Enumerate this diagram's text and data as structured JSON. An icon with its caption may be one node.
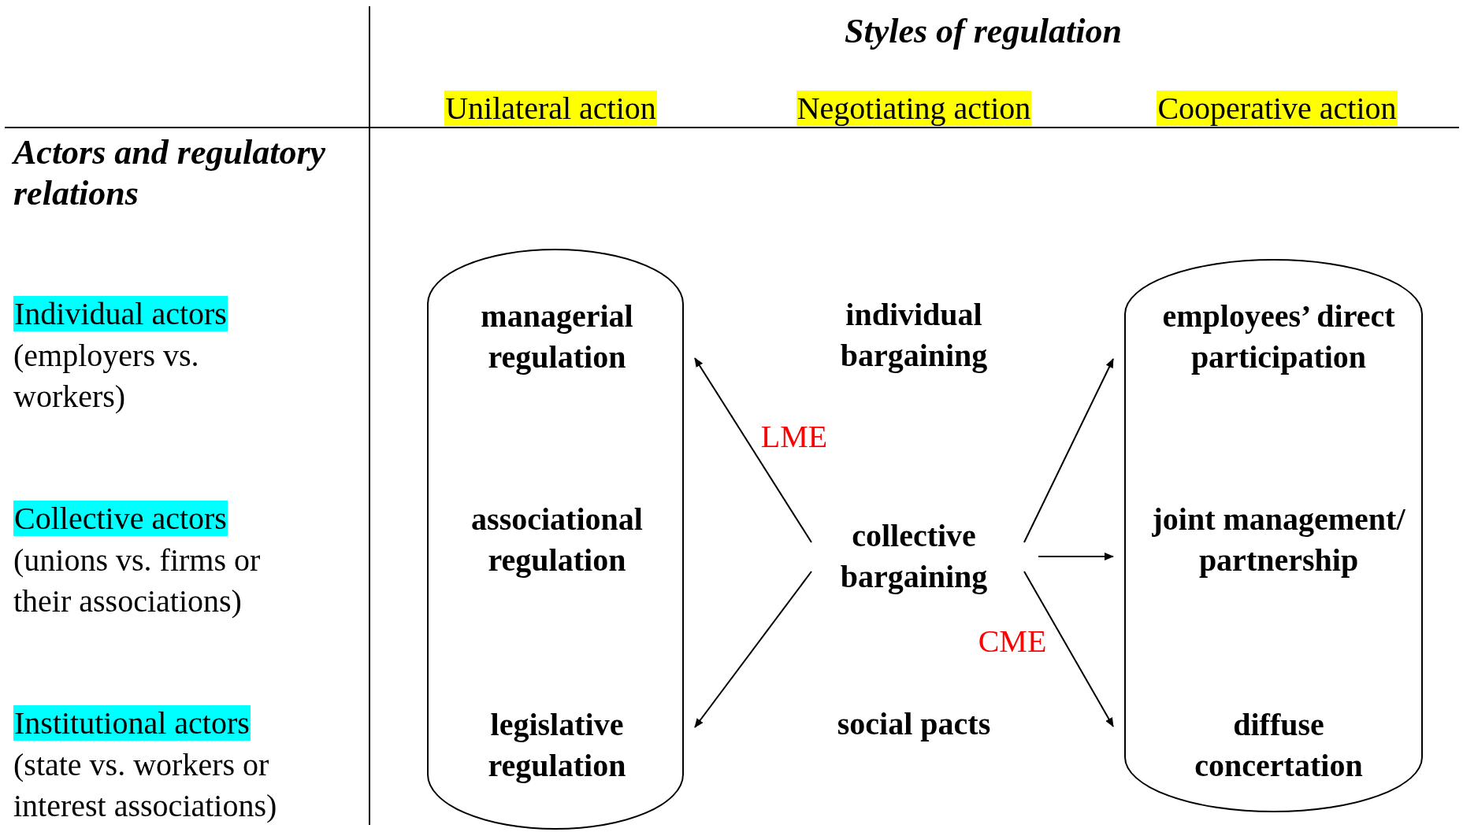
{
  "diagram": {
    "nodes": [
      {
        "text": [
          "managerial regulation",
          "associational regulation",
          "legislative regulation"
        ]
      },
      {
        "text": [
          "collective bargaining"
        ]
      },
      {
        "text": [
          "employees’ direct participation",
          "joint management/ partnership",
          "diffuse concertation"
        ]
      }
    ],
    "edges": [
      {
        "from": 1,
        "to": 0,
        "arrow": "to",
        "label": "LME"
      },
      {
        "from": 1,
        "to": 0,
        "arrow": "to"
      },
      {
        "from": 1,
        "to": 2,
        "arrow": "to"
      },
      {
        "from": 1,
        "to": 2,
        "arrow": "to"
      },
      {
        "from": 1,
        "to": 2,
        "arrow": "to",
        "label": "CME"
      }
    ],
    "labels": [
      "Styles of regulation",
      "Unilateral action",
      "Negotiating action",
      "Cooperative action",
      "Actors and regulatory relations",
      "Individual actors",
      "(employers vs. workers)",
      "individual bargaining",
      "Collective actors",
      "(unions vs. firms or their associations)",
      "social pacts",
      "Institutional actors",
      "(state vs. workers or interest associations)"
    ]
  }
}
